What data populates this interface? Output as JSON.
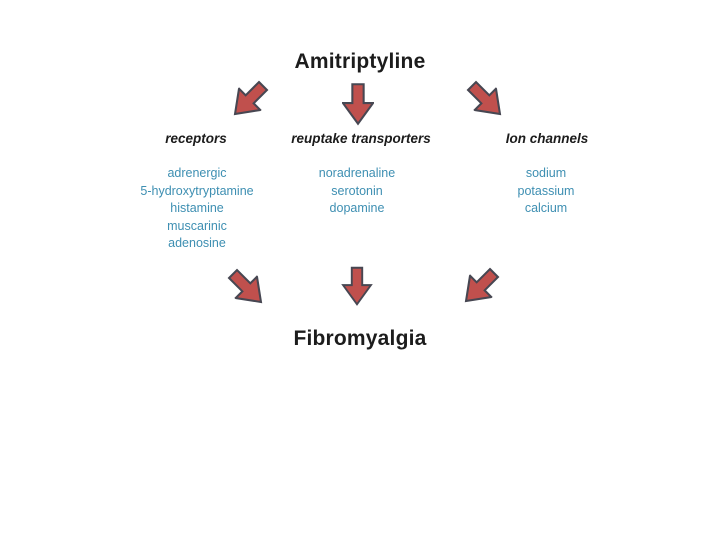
{
  "title": "Amitriptyline",
  "outcome": "Fibromyalgia",
  "columns": [
    {
      "header": "receptors",
      "items": [
        "adrenergic",
        "5-hydroxytryptamine",
        "histamine",
        "muscarinic",
        "adenosine"
      ]
    },
    {
      "header": "reuptake transporters",
      "items": [
        "noradrenaline",
        "serotonin",
        "dopamine"
      ]
    },
    {
      "header": "Ion channels",
      "items": [
        "sodium",
        "potassium",
        "calcium"
      ]
    }
  ],
  "arrows": [
    {
      "position": "top-left",
      "direction": "down-left"
    },
    {
      "position": "top-middle",
      "direction": "down"
    },
    {
      "position": "top-right",
      "direction": "down-right"
    },
    {
      "position": "bottom-left",
      "direction": "down-right"
    },
    {
      "position": "bottom-middle",
      "direction": "down"
    },
    {
      "position": "bottom-right",
      "direction": "down-left"
    }
  ],
  "colors": {
    "background": "#ffffff",
    "arrow_fill": "#c0504d",
    "arrow_stroke": "#474752",
    "heading_text": "#1c1c1c",
    "item_text": "#3e8fb2"
  }
}
